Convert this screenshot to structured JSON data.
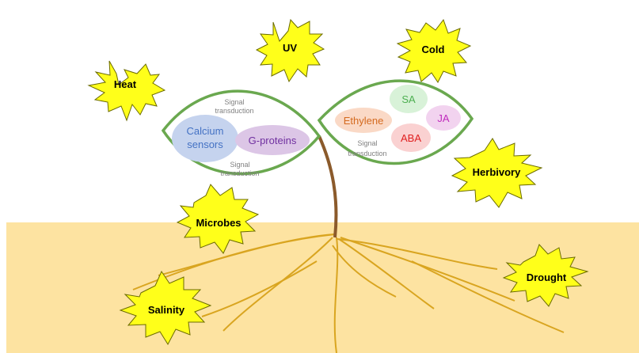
{
  "stresses": {
    "heat": "Heat",
    "uv": "UV",
    "cold": "Cold",
    "herbivory": "Herbivory",
    "microbes": "Microbes",
    "salinity": "Salinity",
    "drought": "Drought"
  },
  "left_leaf": {
    "signal_top": [
      "Signal",
      "transduction"
    ],
    "calcium": [
      "Calcium",
      "sensors"
    ],
    "gproteins": "G-proteins",
    "signal_bottom": [
      "Signal",
      "transduction"
    ]
  },
  "right_leaf": {
    "sa": "SA",
    "ethylene": "Ethylene",
    "ja": "JA",
    "aba": "ABA",
    "signal": [
      "Signal",
      "transduction"
    ]
  },
  "colors": {
    "soil": "#fde3a1",
    "burst_fill": "#ffff1a",
    "leaf_outline": "#6aa84f",
    "stem": "#8b5a2b",
    "roots": "#d9a520",
    "calcium_fill": "#c5d3ee",
    "calcium_text": "#4472c4",
    "gproteins_fill": "#dcc6e6",
    "gproteins_text": "#7030a0",
    "sa_fill": "#d8f2d8",
    "sa_text": "#4caf50",
    "ethylene_fill": "#fad9c6",
    "ethylene_text": "#d46a1f",
    "ja_fill": "#f2d3ef",
    "ja_text": "#c02bbd",
    "aba_fill": "#fad1d1",
    "aba_text": "#e02020",
    "signal_text": "#808080"
  }
}
